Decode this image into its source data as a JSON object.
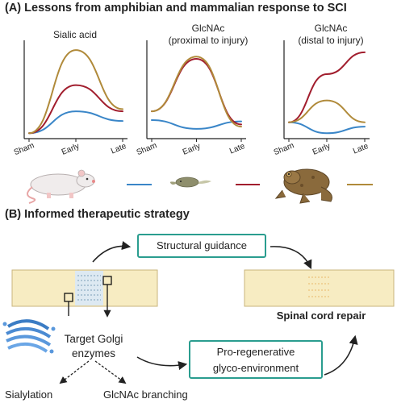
{
  "section_a": {
    "title": "(A) Lessons from amphibian and mammalian response to SCI"
  },
  "section_b": {
    "title": "(B) Informed therapeutic strategy"
  },
  "colors": {
    "mammal": "#3a86c8",
    "tadpole": "#a11d2d",
    "frog": "#b08a3a",
    "accent_box": "#2a9d8f",
    "cord": "#f7ecc2"
  },
  "chart_data": [
    {
      "type": "line",
      "title": "Sialic acid",
      "categories": [
        "Sham",
        "Early",
        "Late"
      ],
      "series": [
        {
          "color": "#3a86c8",
          "values": [
            0.05,
            0.55,
            0.33
          ]
        },
        {
          "color": "#a11d2d",
          "values": [
            0.05,
            1.15,
            0.55
          ]
        },
        {
          "color": "#b08a3a",
          "values": [
            0.05,
            1.95,
            0.6
          ]
        }
      ]
    },
    {
      "type": "line",
      "title": "GlcNAc",
      "subtitle": "(proximal to injury)",
      "categories": [
        "Sham",
        "Early",
        "Late"
      ],
      "series": [
        {
          "color": "#3a86c8",
          "values": [
            0.35,
            0.15,
            0.32
          ]
        },
        {
          "color": "#a11d2d",
          "values": [
            0.55,
            1.75,
            0.25
          ]
        },
        {
          "color": "#b08a3a",
          "values": [
            0.55,
            1.8,
            0.2
          ]
        }
      ]
    },
    {
      "type": "line",
      "title": "GlcNAc",
      "subtitle": "(distal to injury)",
      "categories": [
        "Sham",
        "Early",
        "Late"
      ],
      "series": [
        {
          "color": "#3a86c8",
          "values": [
            0.3,
            0.05,
            0.2
          ]
        },
        {
          "color": "#a11d2d",
          "values": [
            0.3,
            1.4,
            1.9
          ]
        },
        {
          "color": "#b08a3a",
          "values": [
            0.3,
            0.8,
            0.3
          ]
        }
      ]
    }
  ],
  "legend": [
    {
      "animal": "mouse-icon",
      "color": "#3a86c8"
    },
    {
      "animal": "tadpole-icon",
      "color": "#a11d2d"
    },
    {
      "animal": "frog-icon",
      "color": "#b08a3a"
    }
  ],
  "labels": {
    "structural_guidance": "Structural guidance",
    "target_line1": "Target Golgi",
    "target_line2": "enzymes",
    "pro_line1": "Pro-regenerative",
    "pro_line2": "glyco-environment",
    "sialylation": "Sialylation",
    "glcnac_branching": "GlcNAc branching",
    "spinal_cord_repair": "Spinal cord repair"
  }
}
